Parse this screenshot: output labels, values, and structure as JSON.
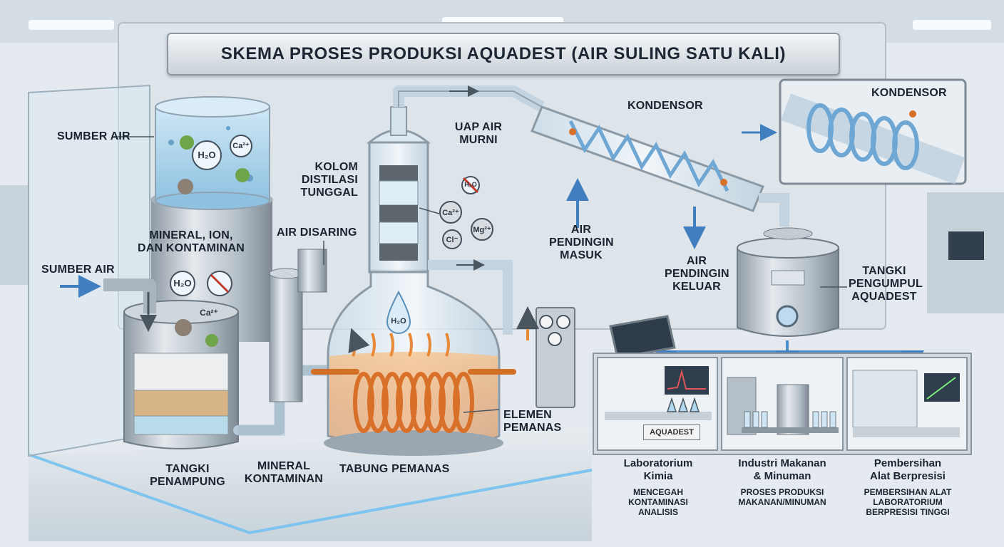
{
  "title": "SKEMA PROSES PRODUKSI AQUADEST (AIR SULING SATU KALI)",
  "labels": {
    "sumber_air_top": "SUMBER AIR",
    "sumber_air_left": "SUMBER AIR",
    "mineral_ion": [
      "MINERAL, ION,",
      "DAN KONTAMINAN"
    ],
    "tangki_penampung": [
      "TANGKI",
      "PENAMPUNG"
    ],
    "mineral_kontaminan": [
      "MINERAL",
      "KONTAMINAN"
    ],
    "air_disaring": "AIR DISARING",
    "kolom": [
      "KOLOM",
      "DISTILASI",
      "TUNGGAL"
    ],
    "uap_air": [
      "UAP AIR",
      "MURNI"
    ],
    "kondensor": "KONDENSOR",
    "kondensor_inset": "KONDENSOR",
    "air_pendingin_masuk": [
      "AIR",
      "PENDINGIN",
      "MASUK"
    ],
    "air_pendingin_keluar": [
      "AIR",
      "PENDINGIN",
      "KELUAR"
    ],
    "tangki_pengumpul": [
      "TANGKI",
      "PENGUMPUL",
      "AQUADEST"
    ],
    "elemen_pemanas": [
      "ELEMEN",
      "PEMANAS"
    ],
    "tabung_pemanas": "TABUNG PEMANAS"
  },
  "molecules": {
    "h2o_tank": "H₂O",
    "ca_tank": "Ca²⁺",
    "h2o_sign": "H₂O",
    "ca_filter": "Ca²⁺",
    "h2o_drop": "H₂O",
    "h2o_crossed": "H₂O",
    "ca_column": "Ca²⁺",
    "cl_column": "Cl⁻",
    "mg_column": "Mg²⁺"
  },
  "applications": [
    {
      "title": [
        "Laboratorium",
        "Kimia"
      ],
      "desc": [
        "MENCEGAH",
        "KONTAMINASI",
        "ANALISIS"
      ],
      "panel_label": "AQUADEST"
    },
    {
      "title": [
        "Industri Makanan",
        "& Minuman"
      ],
      "desc": [
        "PROSES PRODUKSI",
        "MAKANAN/MINUMAN"
      ]
    },
    {
      "title": [
        "Pembersihan",
        "Alat Berpresisi"
      ],
      "desc": [
        "PEMBERSIHAN ALAT",
        "LABORATORIUM",
        "BERPRESISI TINGGI"
      ]
    }
  ],
  "colors": {
    "water": "#a9d2ea",
    "steel": "#b9c3cb",
    "heater": "#e07a2e",
    "flow_arrow": "#3f7fbf",
    "steam_arrow": "#e8893a",
    "panel": "#e6eaee"
  }
}
